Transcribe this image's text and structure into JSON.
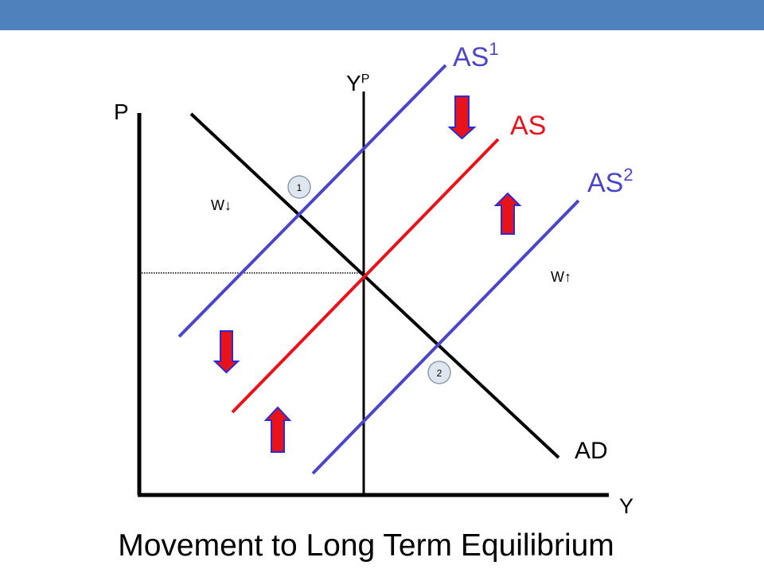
{
  "colors": {
    "top_bar": "#4f81bd",
    "curve_blue": "#4b46c8",
    "curve_red": "#e8121b",
    "arrow_fill": "#e8121b",
    "arrow_stroke": "#2b2bd6",
    "axis": "#000000",
    "marker_fill": "#dfe6ee",
    "marker_stroke": "#8a9bb0"
  },
  "axes": {
    "y_label": "P",
    "x_label": "Y"
  },
  "curves": {
    "ad": {
      "label": "AD"
    },
    "as_base": {
      "label": "AS"
    },
    "as1": {
      "label": "AS",
      "superscript": "1"
    },
    "as2": {
      "label": "AS",
      "superscript": "2"
    },
    "potential_output": {
      "label": "Y",
      "superscript": "P"
    }
  },
  "annotations": {
    "wage_down": "W↓",
    "wage_up": "W↑"
  },
  "markers": {
    "marker_1": "1",
    "marker_2": "2"
  },
  "arrows": [
    {
      "direction": "down",
      "icon": "arrow-down-icon"
    },
    {
      "direction": "up",
      "icon": "arrow-up-icon"
    },
    {
      "direction": "down",
      "icon": "arrow-down-icon"
    },
    {
      "direction": "up",
      "icon": "arrow-up-icon"
    }
  ],
  "caption": "Movement to Long Term Equilibrium"
}
